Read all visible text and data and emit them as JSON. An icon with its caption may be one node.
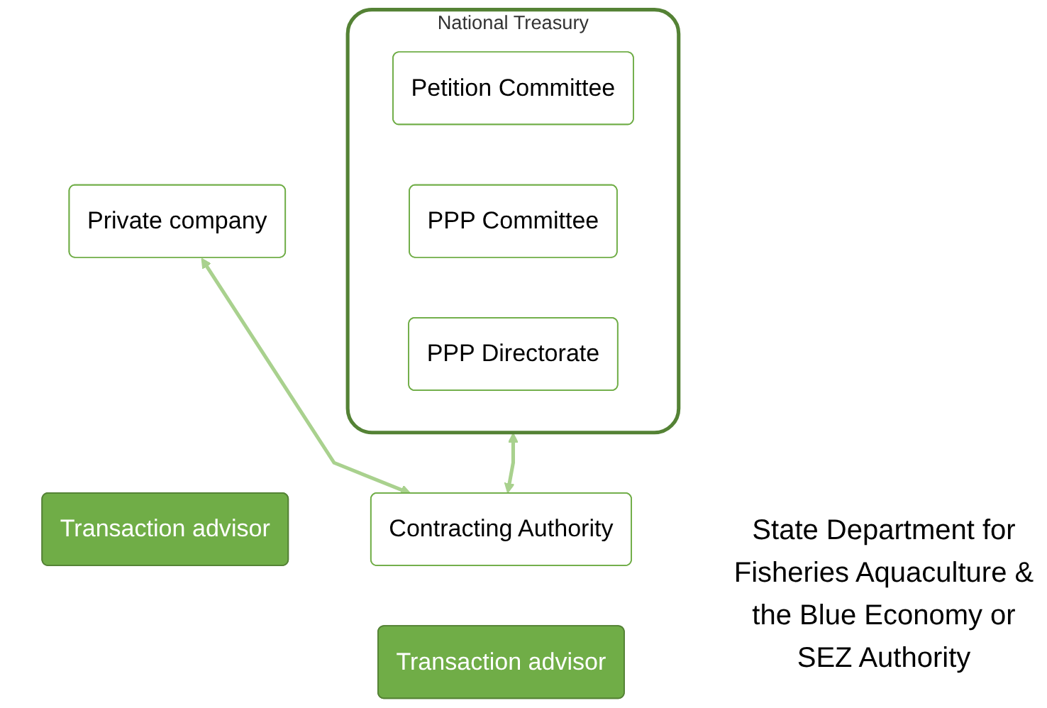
{
  "diagram": {
    "nodes": [
      {
        "text": [
          "National Treasury"
        ]
      },
      {
        "text": [
          "Petition Committee"
        ],
        "in": 0
      },
      {
        "text": [
          "PPP Committee"
        ],
        "in": 0
      },
      {
        "text": [
          "PPP Directorate"
        ],
        "in": 0
      },
      {
        "text": [
          "Private company"
        ]
      },
      {
        "text": [
          "Transaction advisor"
        ]
      },
      {
        "text": [
          "Contracting Authority"
        ]
      },
      {
        "text": [
          "Transaction advisor"
        ]
      }
    ],
    "edges": [
      {
        "from": 0,
        "to": 6,
        "arrow": "both"
      },
      {
        "from": 4,
        "to": 6,
        "arrow": "both"
      }
    ],
    "labels": [
      "State Department for Fisheries Aquaculture & the Blue Economy or SEZ Authority"
    ]
  }
}
